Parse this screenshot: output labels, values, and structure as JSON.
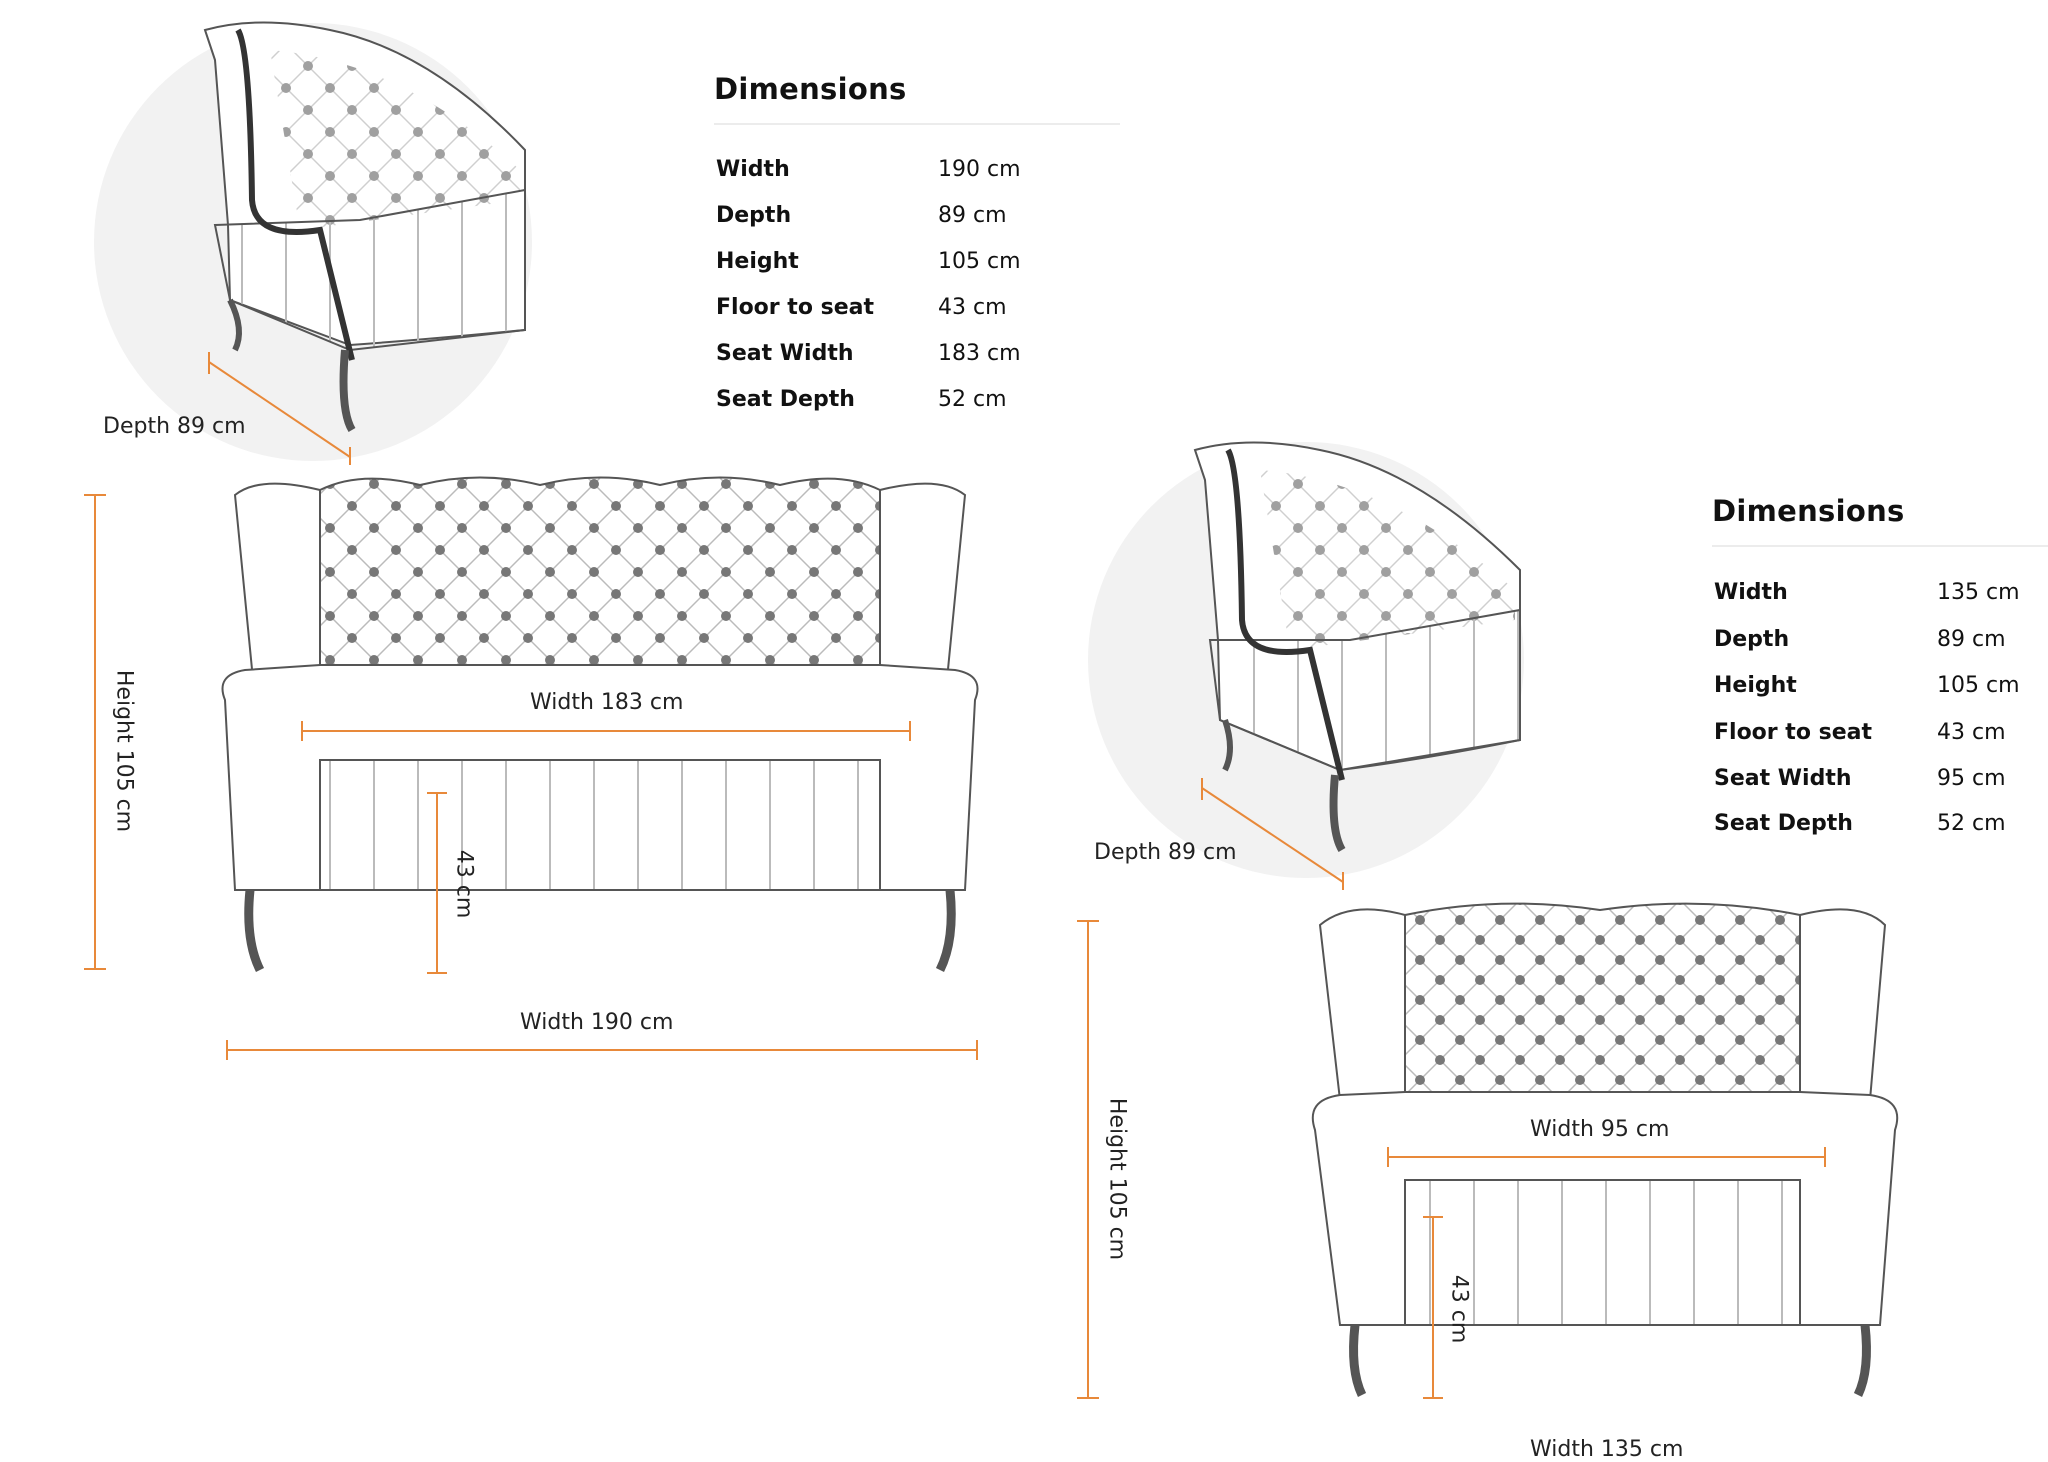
{
  "colors": {
    "accent": "#e8893a",
    "circle": "#f2f2f2",
    "rule": "#ececec"
  },
  "products": [
    {
      "heading": "Dimensions",
      "specs": [
        {
          "label": "Width",
          "value": "190 cm"
        },
        {
          "label": "Depth",
          "value": "89 cm"
        },
        {
          "label": "Height",
          "value": "105 cm"
        },
        {
          "label": "Floor to seat",
          "value": "43 cm"
        },
        {
          "label": "Seat Width",
          "value": "183 cm"
        },
        {
          "label": "Seat Depth",
          "value": "52 cm"
        }
      ],
      "annotations": {
        "depth": "Depth 89 cm",
        "height": "Height 105 cm",
        "seat_width": "Width 183 cm",
        "floor_to_seat": "43 cm",
        "width": "Width 190 cm"
      }
    },
    {
      "heading": "Dimensions",
      "specs": [
        {
          "label": "Width",
          "value": "135 cm"
        },
        {
          "label": "Depth",
          "value": "89 cm"
        },
        {
          "label": "Height",
          "value": "105 cm"
        },
        {
          "label": "Floor to seat",
          "value": "43 cm"
        },
        {
          "label": "Seat Width",
          "value": "95 cm"
        },
        {
          "label": "Seat Depth",
          "value": "52 cm"
        }
      ],
      "annotations": {
        "depth": "Depth 89 cm",
        "height": "Height 105 cm",
        "seat_width": "Width 95 cm",
        "floor_to_seat": "43 cm",
        "width": "Width 135 cm"
      }
    }
  ]
}
